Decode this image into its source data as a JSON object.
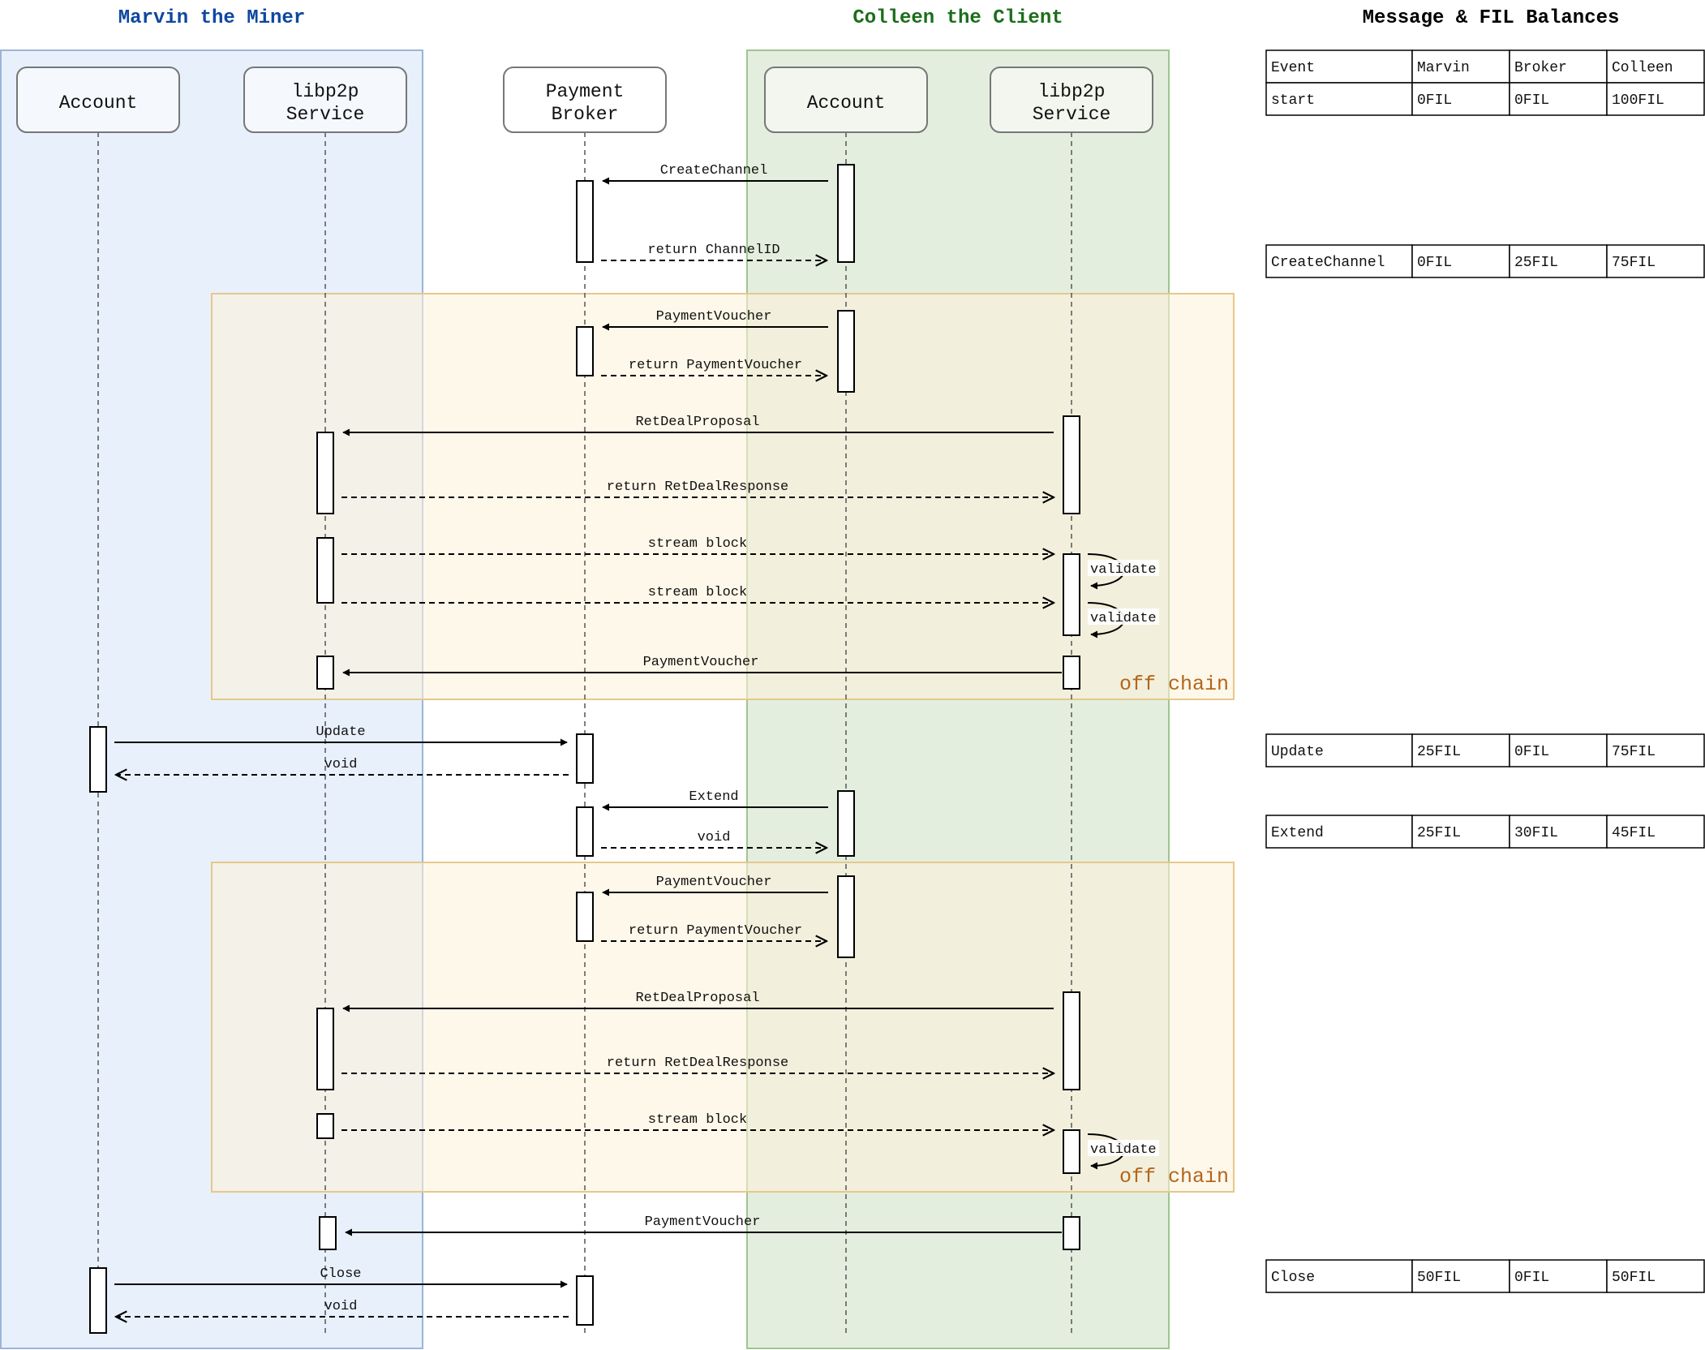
{
  "groups": {
    "miner": {
      "title": "Marvin the Miner",
      "color": "#0d47a1",
      "fill": "#e8f0fc",
      "stroke": "#9db4d6"
    },
    "client": {
      "title": "Colleen the Client",
      "color": "#1b6e1b",
      "fill": "#e4eedf",
      "stroke": "#9fc58f"
    }
  },
  "offchain": {
    "label": "off chain",
    "label_color": "#b3651d",
    "fill": "#fdf3d9",
    "stroke": "#e6c88a"
  },
  "participants": {
    "m_account": "Account",
    "m_libp2p": [
      "libp2p",
      "Service"
    ],
    "broker": [
      "Payment",
      "Broker"
    ],
    "c_account": "Account",
    "c_libp2p": [
      "libp2p",
      "Service"
    ]
  },
  "messages": {
    "create_channel": "CreateChannel",
    "return_channel_id": "return ChannelID",
    "payment_voucher": "PaymentVoucher",
    "return_payment_voucher": "return PaymentVoucher",
    "ret_deal_proposal": "RetDealProposal",
    "return_ret_deal_response": "return RetDealResponse",
    "stream_block": "stream block",
    "validate": "validate",
    "update": "Update",
    "void": "void",
    "extend": "Extend",
    "close": "Close"
  },
  "balances": {
    "title": "Message & FIL Balances",
    "headers": [
      "Event",
      "Marvin",
      "Broker",
      "Colleen"
    ],
    "rows": [
      {
        "event": "start",
        "marvin": "0FIL",
        "broker": "0FIL",
        "colleen": "100FIL"
      },
      {
        "event": "CreateChannel",
        "marvin": "0FIL",
        "broker": "25FIL",
        "colleen": "75FIL"
      },
      {
        "event": "Update",
        "marvin": "25FIL",
        "broker": "0FIL",
        "colleen": "75FIL"
      },
      {
        "event": "Extend",
        "marvin": "25FIL",
        "broker": "30FIL",
        "colleen": "45FIL"
      },
      {
        "event": "Close",
        "marvin": "50FIL",
        "broker": "0FIL",
        "colleen": "50FIL"
      }
    ]
  }
}
